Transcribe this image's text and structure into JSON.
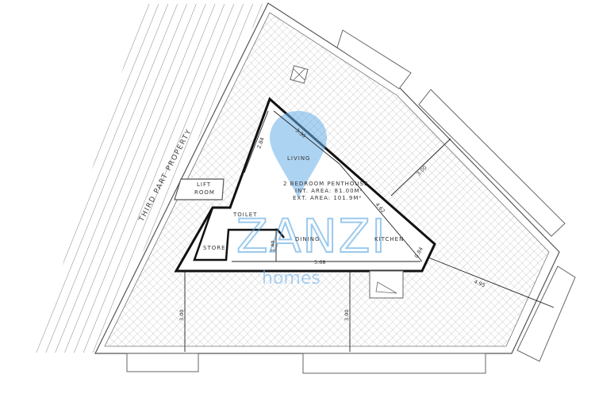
{
  "plan": {
    "third_party": "THIRD PART PROPERTY",
    "rooms": {
      "lift_line1": "LIFT",
      "lift_line2": "ROOM",
      "living": "LIVING",
      "toilet": "TOILET",
      "store": "STORE",
      "dining": "DINING",
      "kitchen": "KITCHEN"
    },
    "info": {
      "title": "2 BEDROOM PENTHOUSE",
      "int_area": "INT. AREA: 81.00M²",
      "ext_area": "EXT. AREA: 101.9M²"
    },
    "dimensions": {
      "d284": "2.84",
      "d330": "3.30",
      "d300_terrace": "3.00",
      "d462": "4.62",
      "d568": "5.68",
      "d140": "1.40",
      "d084": "0.84",
      "d495": "4.95",
      "d300_left": "3.00",
      "d300_mid": "3.00"
    }
  },
  "watermark": {
    "brand": "ZANZI",
    "sub": "homes"
  },
  "colors": {
    "line": "#222222",
    "hatch": "#9a9a9a",
    "watermark": "#6aaee8"
  }
}
